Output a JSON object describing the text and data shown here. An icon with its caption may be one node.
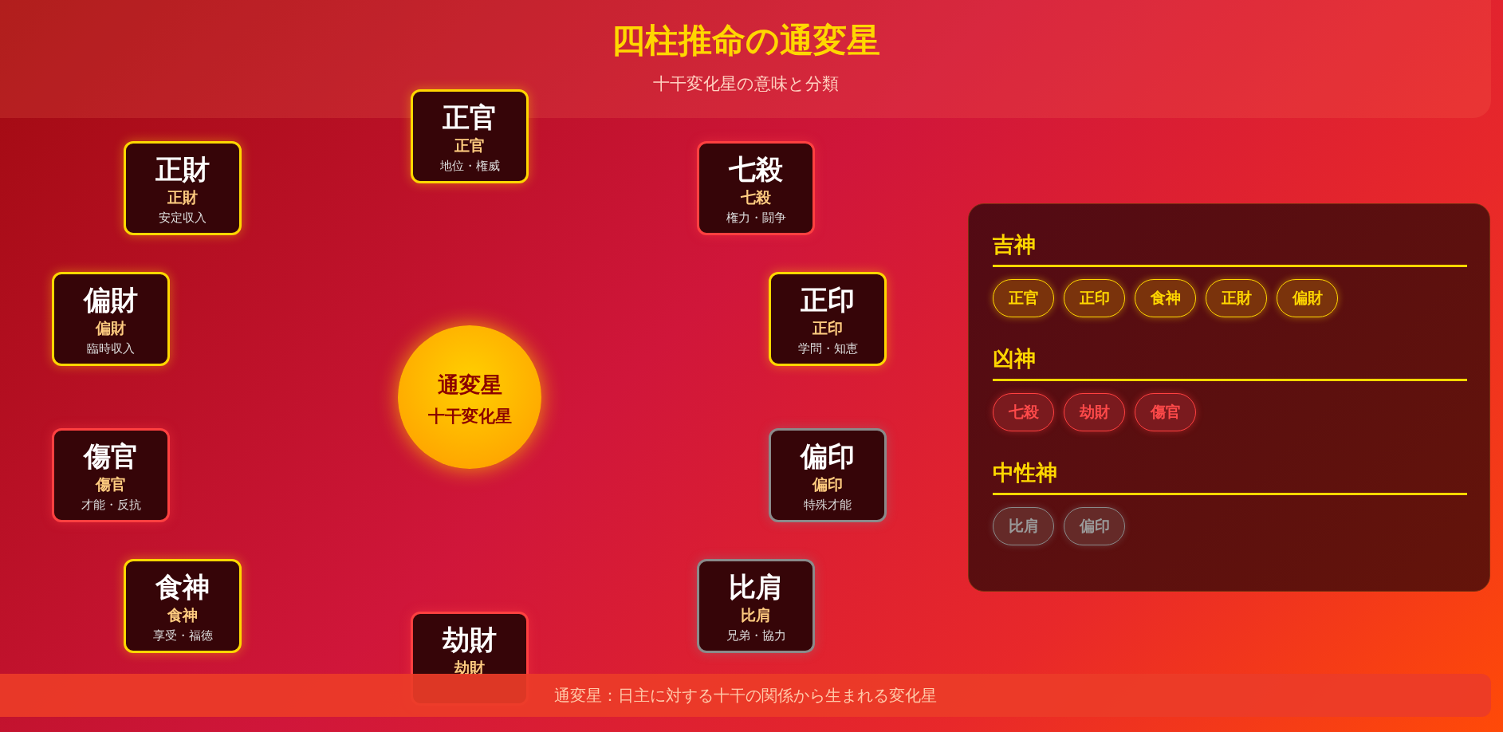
{
  "diagram": {
    "title": "四柱推命の通変星",
    "caption": "通変星：日主に対する十干の関係から生まれる変化星",
    "labels": [
      "十干変化星の意味と分類"
    ],
    "nodes": [
      {
        "text": [
          "正官",
          "正官",
          "地位・権威"
        ]
      },
      {
        "text": [
          "正財",
          "正財",
          "安定収入"
        ]
      },
      {
        "text": [
          "七殺",
          "七殺",
          "権力・闘争"
        ]
      },
      {
        "text": [
          "偏財",
          "偏財",
          "臨時収入"
        ]
      },
      {
        "text": [
          "正印",
          "正印",
          "学問・知恵"
        ]
      },
      {
        "text": [
          "通変星",
          "十干変化星"
        ]
      },
      {
        "text": [
          "傷官",
          "傷官",
          "才能・反抗"
        ]
      },
      {
        "text": [
          "偏印",
          "偏印",
          "特殊才能"
        ]
      },
      {
        "text": [
          "食神",
          "食神",
          "享受・福徳"
        ]
      },
      {
        "text": [
          "比肩",
          "比肩",
          "兄弟・協力"
        ]
      },
      {
        "text": [
          "劫財",
          "劫財"
        ]
      },
      {
        "text": [
          "吉神",
          "凶神",
          "中性神"
        ]
      },
      {
        "text": [
          "正官"
        ],
        "in": 11
      },
      {
        "text": [
          "正印"
        ],
        "in": 11
      },
      {
        "text": [
          "食神"
        ],
        "in": 11
      },
      {
        "text": [
          "正財"
        ],
        "in": 11
      },
      {
        "text": [
          "偏財"
        ],
        "in": 11
      },
      {
        "text": [
          "七殺"
        ],
        "in": 11
      },
      {
        "text": [
          "劫財"
        ],
        "in": 11
      },
      {
        "text": [
          "傷官"
        ],
        "in": 11
      },
      {
        "text": [
          "比肩"
        ],
        "in": 11
      },
      {
        "text": [
          "偏印"
        ],
        "in": 11
      }
    ]
  }
}
